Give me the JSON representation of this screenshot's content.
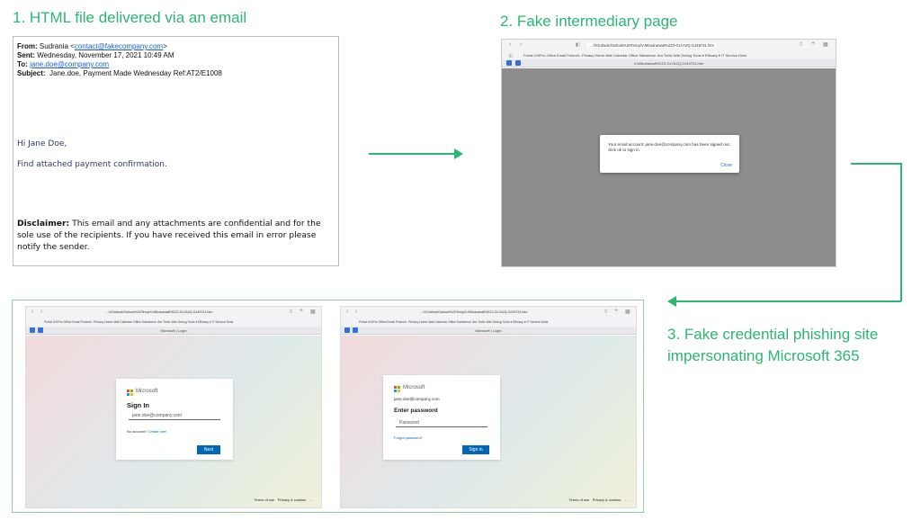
{
  "steps": {
    "step1": "1. HTML file delivered via an email",
    "step2": "2. Fake intermediary page",
    "step3": "3. Fake credential phishing site impersonating Microsoft 365"
  },
  "email": {
    "from_label": "From:",
    "from_name": "Sudrania <",
    "from_addr": "contact@fakecompany.com",
    "from_end": ">",
    "sent_label": "Sent:",
    "sent_value": "Wednesday, November 17, 2021 10:49 AM",
    "to_label": "To:",
    "to_value": "jane.doe@company.com",
    "subject_label": "Subject:",
    "subject_value": "Jane.doe, Payment Made Wednesday Ref:AT2/E1008",
    "greeting": "Hi Jane Doe,",
    "body": "Find attached payment confirmation.",
    "disclaimer_label": "Disclaimer:",
    "disclaimer_text": "This email and any attachments are confidential and for the sole use of the recipients. If you have received this email in error please notify the sender."
  },
  "intermediary": {
    "url": "...:///Outlook/Outlook%20Temp/V-M5udrania8%2Z3-GLYA2Q-GJ49731.htm",
    "bookmarks": "Portal  UXIPro  Office  Email Protecti...Privacy Home  Mail  Calendar  Office  Salesforce  Jira  Trello  Wiki  Debug Tools ▾  Efficacy ▾  IT Service Desk",
    "tab_label": "V-M5udrania8%2Z3-GLYA2Q-GJ49731.htm",
    "dialog_message": "Your email account: jane.doe@company.com has been signed out, click ok to sign in.",
    "dialog_close": "Close"
  },
  "login": {
    "url": "...:///Outlook/Outlook%20Temp/V-M5udrania8%2Z3-GLYA2Q-GJ49731.htm",
    "tab_label": "Microsoft | Login",
    "brand": "Microsoft",
    "signin_title": "Sign In",
    "email_value": "jane.doe@company.com",
    "no_account": "No account?",
    "create_one": "Create one!",
    "next_button": "Next",
    "account_email": "jane.doe@company.com",
    "password_title": "Enter password",
    "password_placeholder": "Password",
    "forgot": "Forgot password?",
    "signin_button": "Sign in",
    "footer_terms": "Terms of use",
    "footer_privacy": "Privacy & cookies",
    "footer_more": "..."
  },
  "colors": {
    "accent": "#2bb673",
    "ms_blue": "#0067b8"
  }
}
